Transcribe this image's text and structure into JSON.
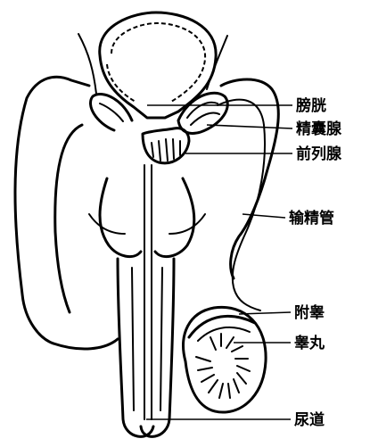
{
  "labels": {
    "bladder": "膀胱",
    "seminal_vesicle": "精囊腺",
    "prostate": "前列腺",
    "vas_deferens": "输精管",
    "epididymis": "附睾",
    "testis": "睾丸",
    "urethra": "尿道"
  }
}
